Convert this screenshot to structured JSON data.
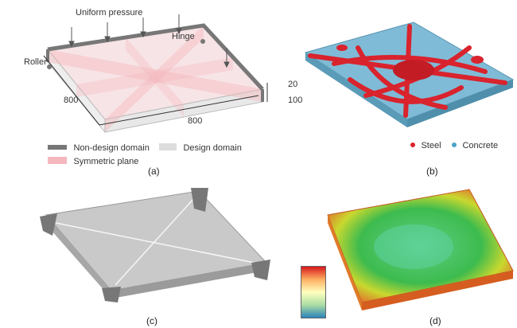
{
  "panel_a": {
    "uniform_pressure": "Uniform pressure",
    "hinge": "Hinge",
    "roller": "Roller",
    "dim_thickness_top": "20",
    "dim_thickness": "100",
    "dim_side_left": "800",
    "dim_side_bottom": "800",
    "legend": {
      "non_design": "Non-design domain",
      "design": "Design domain",
      "symmetric": "Symmetric plane"
    },
    "caption": "(a)"
  },
  "panel_b": {
    "legend_steel": "Steel",
    "legend_concrete": "Concrete",
    "caption": "(b)"
  },
  "panel_c": {
    "caption": "(c)"
  },
  "panel_d": {
    "caption": "(d)"
  },
  "colors": {
    "non_design": "#777777",
    "design": "#dddddd",
    "symmetric": "#f4b7bd",
    "steel": "#d9232d",
    "concrete": "#4ba3c7"
  }
}
